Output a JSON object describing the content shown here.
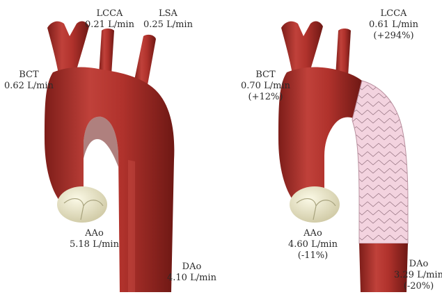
{
  "colors": {
    "vessel": "#b0322c",
    "vessel_dark": "#7d1d19",
    "vessel_light": "#d4574d",
    "valve": "#ece8c8",
    "stent": "#f3d3df",
    "stent_wire": "#8c6a78"
  },
  "left_panel": {
    "lcca": {
      "name": "LCCA",
      "flow": "0.21 L/min"
    },
    "lsa": {
      "name": "LSA",
      "flow": "0.25 L/min"
    },
    "bct": {
      "name": "BCT",
      "flow": "0.62 L/min"
    },
    "aao": {
      "name": "AAo",
      "flow": "5.18 L/min"
    },
    "dao": {
      "name": "DAo",
      "flow": "4.10 L/min"
    }
  },
  "right_panel": {
    "lcca": {
      "name": "LCCA",
      "flow": "0.61 L/min",
      "change": "(+294%)"
    },
    "bct": {
      "name": "BCT",
      "flow": "0.70 L/min",
      "change": "(+12%)"
    },
    "aao": {
      "name": "AAo",
      "flow": "4.60 L/min",
      "change": "(-11%)"
    },
    "dao": {
      "name": "DAo",
      "flow": "3.29 L/min",
      "change": "(-20%)"
    }
  }
}
